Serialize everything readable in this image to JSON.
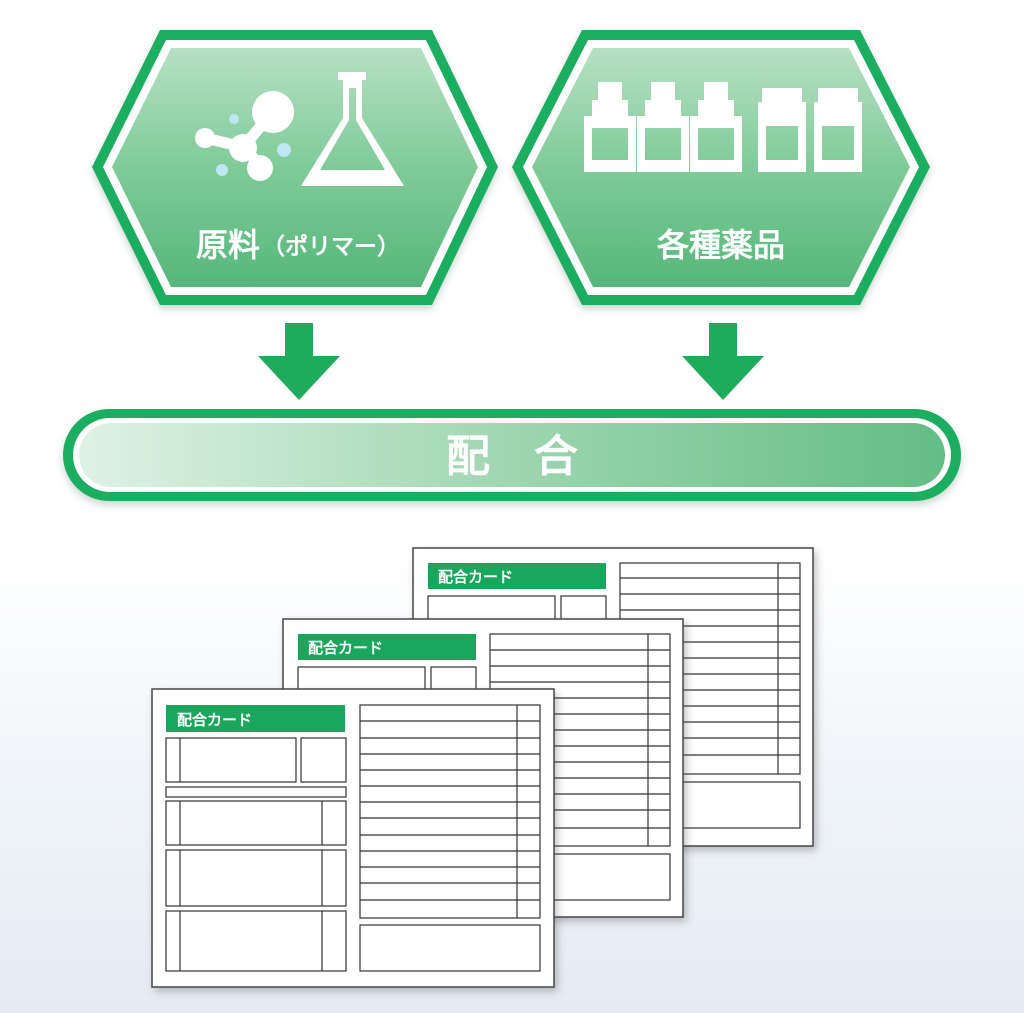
{
  "inputs": [
    {
      "label": "原料",
      "sublabel": "（ポリマー）",
      "icon": "polymer-flask-icon"
    },
    {
      "label": "各種薬品",
      "sublabel": "",
      "icon": "bottles-icon"
    }
  ],
  "process": {
    "label": "配　合"
  },
  "cards": [
    {
      "title": "配合カード"
    },
    {
      "title": "配合カード"
    },
    {
      "title": "配合カード"
    }
  ],
  "colors": {
    "accent": "#1dab5f",
    "hexFill": "#6fc58d",
    "arrow": "#1eab5b",
    "cardHeader": "#1aa65c"
  }
}
